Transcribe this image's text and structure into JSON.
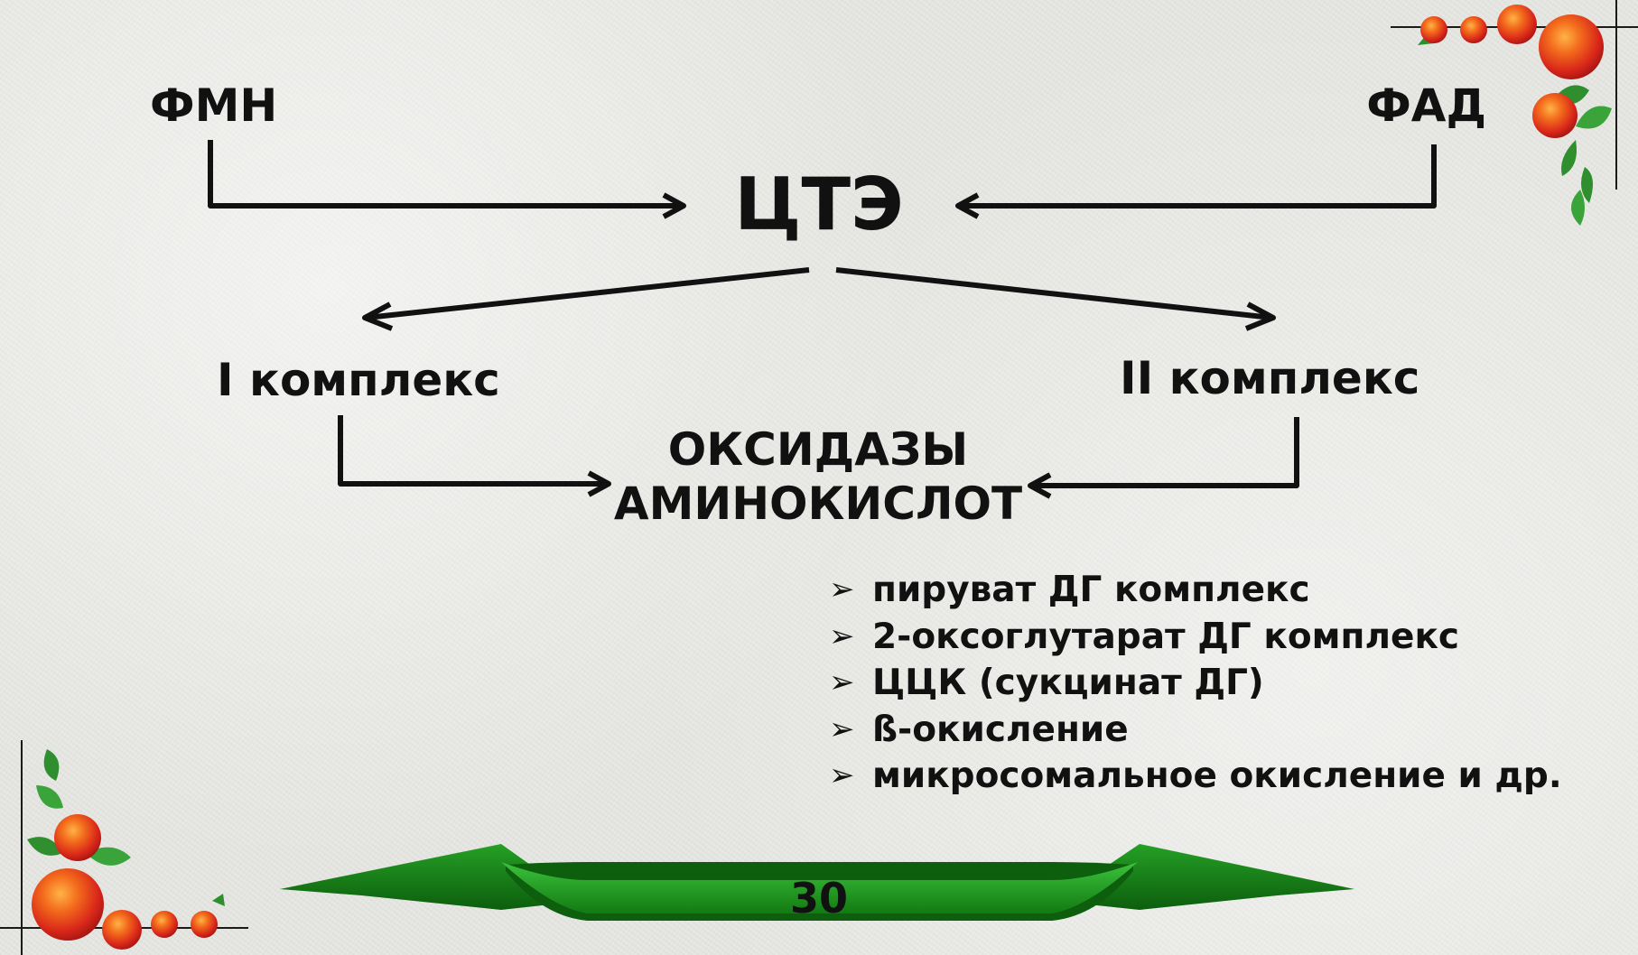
{
  "diagram": {
    "top_left": "ФМН",
    "top_right": "ФАД",
    "center": "ЦТЭ",
    "left_complex": "I комплекс",
    "right_complex": "II комплекс",
    "oxidases_line1": "ОКСИДАЗЫ",
    "oxidases_line2": "АМИНОКИСЛОТ"
  },
  "bullets": [
    "пируват ДГ комплекс",
    "2-оксоглутарат ДГ комплекс",
    "ЦЦК (сукцинат ДГ)",
    "ß-окисление",
    "микросомальное окисление и др."
  ],
  "bullet_marker": "➢",
  "footer": {
    "page_number": "30"
  },
  "colors": {
    "ribbon_green": "#1f9a1f",
    "apple_red": "#d8261a",
    "leaf_green": "#2f8f2f",
    "background": "#e6e6e2"
  }
}
